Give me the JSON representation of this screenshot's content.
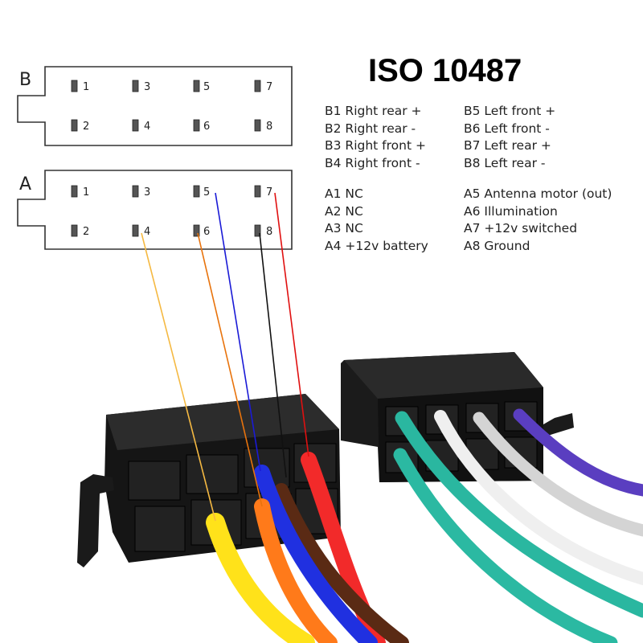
{
  "title": "ISO 10487",
  "connectors": {
    "B": {
      "label": "B",
      "pins_top": [
        "1",
        "3",
        "5",
        "7"
      ],
      "pins_bottom": [
        "2",
        "4",
        "6",
        "8"
      ]
    },
    "A": {
      "label": "A",
      "pins_top": [
        "1",
        "3",
        "5",
        "7"
      ],
      "pins_bottom": [
        "2",
        "4",
        "6",
        "8"
      ]
    }
  },
  "legend_b_left": [
    "B1 Right rear +",
    "B2 Right rear -",
    "B3 Right front +",
    "B4 Right front -"
  ],
  "legend_b_right": [
    "B5 Left front +",
    "B6 Left front -",
    "B7 Left rear +",
    "B8 Left rear -"
  ],
  "legend_a_left": [
    "A1 NC",
    "A2 NC",
    "A3 NC",
    "A4 +12v battery"
  ],
  "legend_a_right": [
    "A5 Antenna motor (out)",
    "A6 Illumination",
    "A7 +12v switched",
    "A8 Ground"
  ],
  "wire_colors": {
    "A4": "#f5b942",
    "A6": "#e8730c",
    "A5": "#1a1ad6",
    "A8": "#111111",
    "A7": "#e01010"
  },
  "photo_wire_colors": {
    "yellow": "#ffe21a",
    "orange": "#ff7a1a",
    "blue": "#2030e0",
    "red": "#f22a2a",
    "teal": "#2ab7a0",
    "white": "#ececec",
    "grey": "#cfcfcf",
    "purple": "#5a3ec0"
  }
}
